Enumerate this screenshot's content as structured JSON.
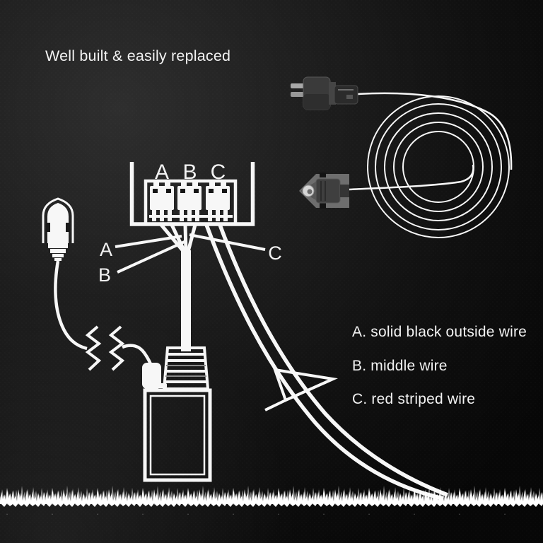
{
  "title": "Well built & easily replaced",
  "connector_block": {
    "terminals": [
      {
        "label": "A"
      },
      {
        "label": "B"
      },
      {
        "label": "C"
      }
    ]
  },
  "wire_callouts": {
    "a": "A",
    "b": "B",
    "c": "C"
  },
  "legend": {
    "items": [
      {
        "text": "A. solid black outside wire"
      },
      {
        "text": "B. middle wire"
      },
      {
        "text": "C. red striped wire"
      }
    ]
  },
  "icons": {
    "wire_break": "zigzag-break-icon",
    "grass": "grass-texture",
    "coil": "coiled-wire"
  },
  "colors": {
    "background_dark": "#0a0a0a",
    "background_light": "#2e2e2e",
    "line_white": "#f7f7f7",
    "coil_wire_gray": "#8a8a8a",
    "plug_body_gray": "#3a3a3a",
    "metal_tip_gray": "#d6d6d6"
  }
}
